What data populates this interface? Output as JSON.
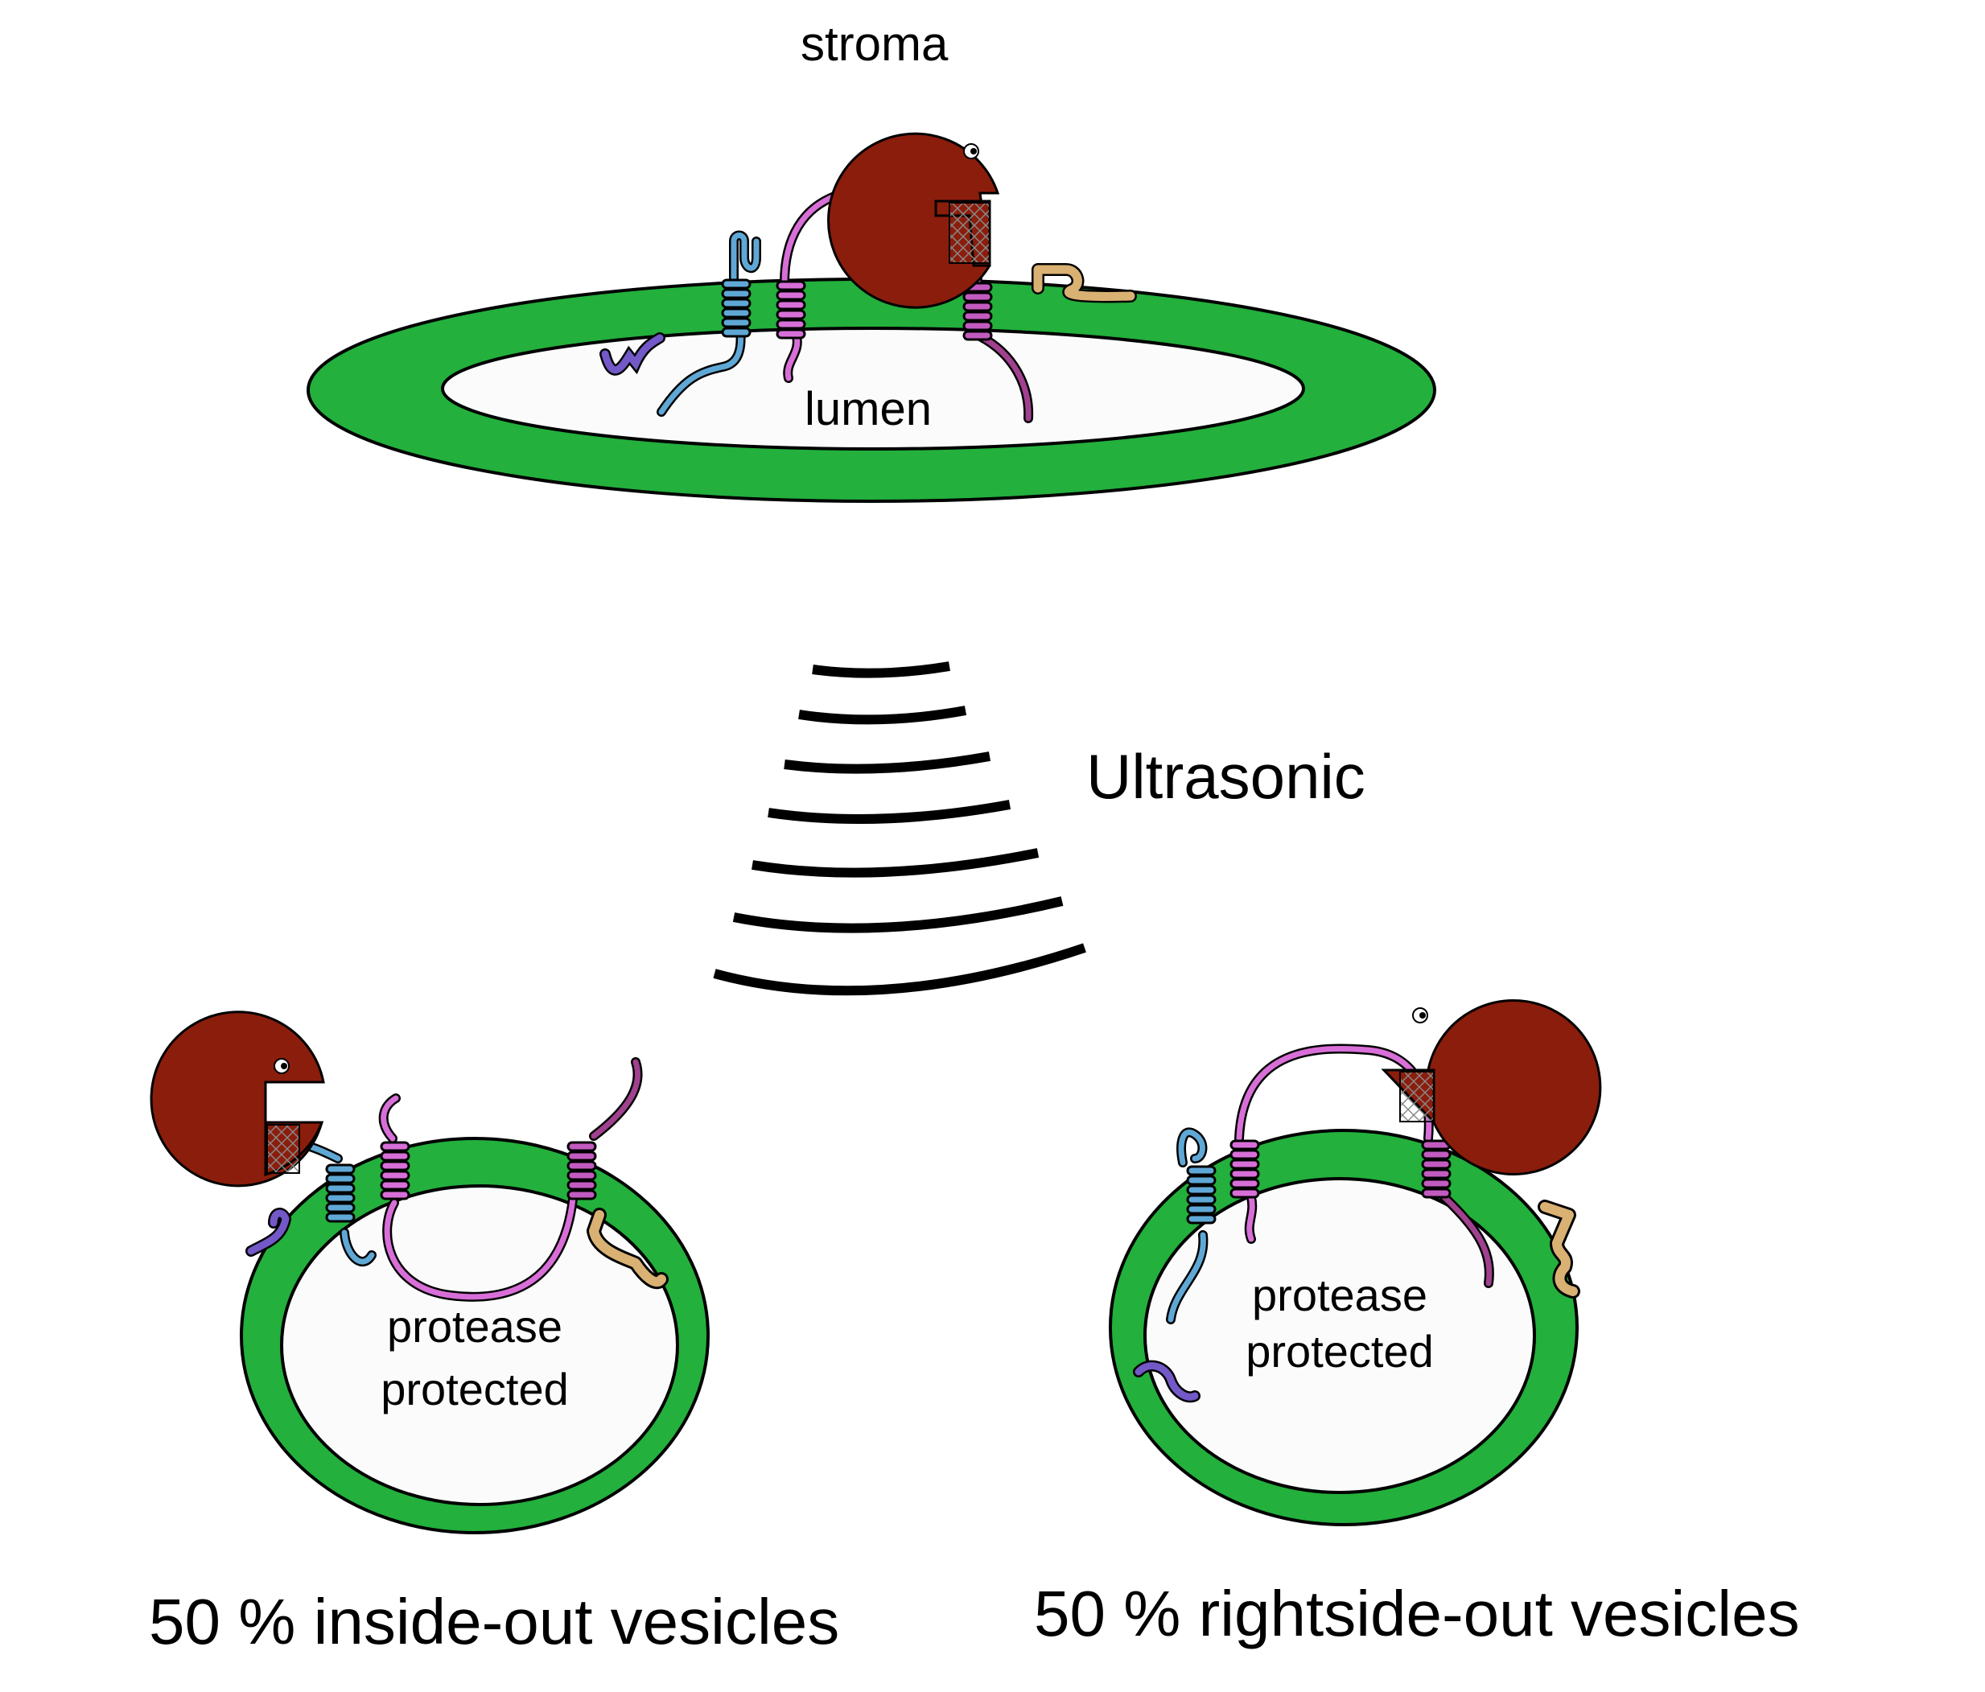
{
  "labels": {
    "stroma": "stroma",
    "lumen": "lumen",
    "ultrasonic": "Ultrasonic",
    "protease_protected_left": "protease protected",
    "protease_protected_right": "protease protected",
    "caption_left": "50 % inside-out vesicles",
    "caption_right": "50 % rightside-out vesicles"
  },
  "colors": {
    "membrane": "#23b03c",
    "lumen": "#fbfbfb",
    "protease": "#8b1d0c",
    "helix_pink": "#d86fd8",
    "helix_purple": "#a0418f",
    "helix_blue": "#5fa8d6",
    "peptide_violet": "#7358c8",
    "peptide_tan": "#d9b173",
    "ultrasound_waves": "#000000"
  }
}
